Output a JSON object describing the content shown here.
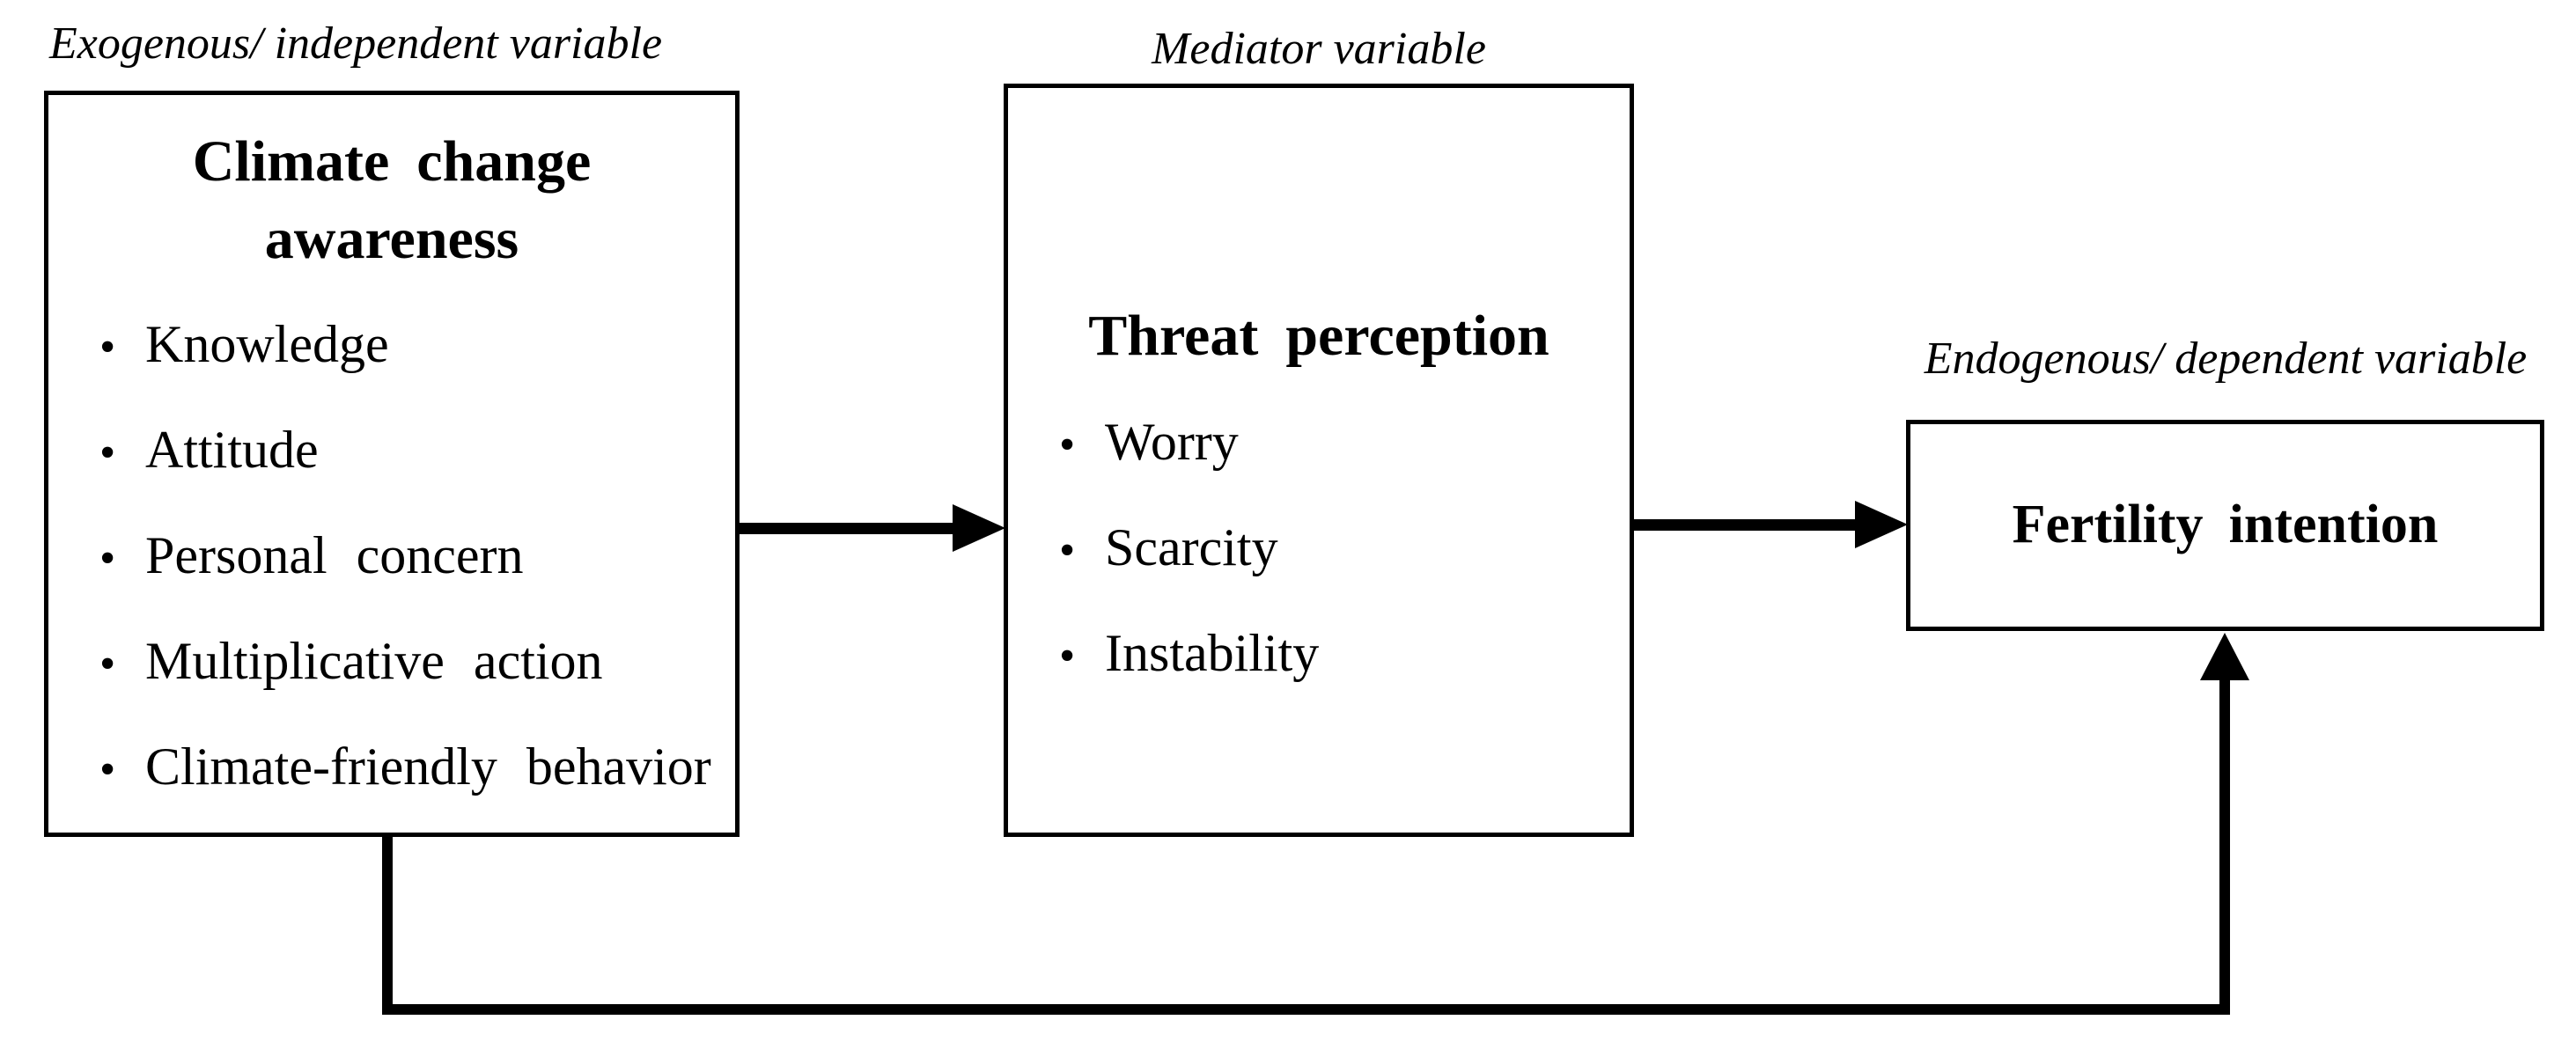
{
  "diagram": {
    "bullet_glyph": "•",
    "colors": {
      "stroke": "#000000",
      "text": "#000000",
      "background": "#ffffff"
    },
    "labels": {
      "exogenous": "Exogenous/ independent variable",
      "mediator": "Mediator variable",
      "endogenous": "Endogenous/ dependent variable"
    },
    "boxes": {
      "awareness": {
        "title_lines": [
          "Climate change",
          "awareness"
        ],
        "bullets": [
          "Knowledge",
          "Attitude",
          "Personal concern",
          "Multiplicative action",
          "Climate-friendly behavior"
        ]
      },
      "threat": {
        "title": "Threat perception",
        "bullets": [
          "Worry",
          "Scarcity",
          "Instability"
        ]
      },
      "fertility": {
        "title": "Fertility intention"
      }
    }
  }
}
